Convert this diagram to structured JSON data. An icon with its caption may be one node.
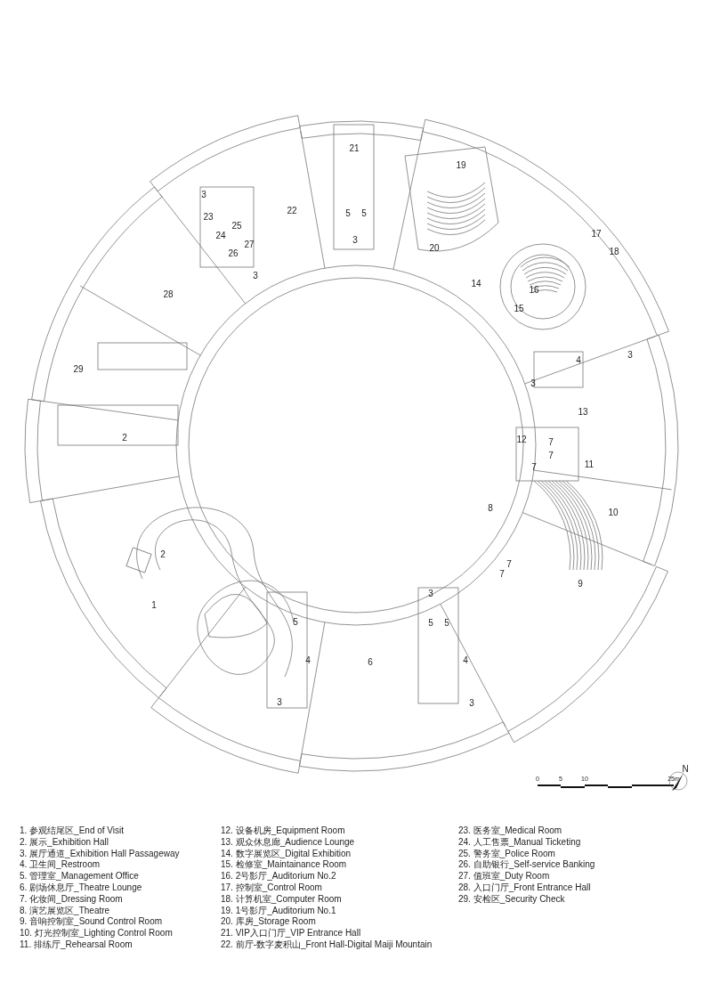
{
  "diagram": {
    "labels": [
      "21",
      "19",
      "3",
      "22",
      "23",
      "25",
      "5",
      "5",
      "24",
      "27",
      "26",
      "3",
      "20",
      "17",
      "18",
      "3",
      "14",
      "16",
      "28",
      "15",
      "4",
      "3",
      "29",
      "3",
      "13",
      "2",
      "12",
      "7",
      "7",
      "7",
      "11",
      "8",
      "10",
      "2",
      "7",
      "7",
      "9",
      "3",
      "1",
      "5",
      "5",
      "5",
      "4",
      "6",
      "4",
      "3",
      "3",
      "N",
      "0",
      "5",
      "10",
      "25m",
      "1. 参观结尾区_End of Visit",
      "2. 展示_Exhibition Hall",
      "3. 展厅通道_Exhibition Hall Passageway",
      "4. 卫生间_Restroom",
      "5. 管理室_Management Office",
      "6. 剧场休息厅_Theatre Lounge",
      "7. 化妆间_Dressing Room",
      "8. 演艺展览区_Theatre",
      "9. 音响控制室_Sound Control Room",
      "10. 灯光控制室_Lighting Control Room",
      "11. 排练厅_Rehearsal Room",
      "12. 设备机房_Equipment Room",
      "13. 观众休息廊_Audience Lounge",
      "14. 数字展览区_Digital Exhibition",
      "15. 检修室_Maintainance Room",
      "16. 2号影厅_Auditorium No.2",
      "17. 控制室_Control Room",
      "18. 计算机室_Computer Room",
      "19. 1号影厅_Auditorium No.1",
      "20. 库房_Storage Room",
      "21. VIP入口门厅_VIP Entrance Hall",
      "22. 前厅-数字麦积山_Front Hall-Digital Maiji Mountain",
      "23. 医务室_Medical Room",
      "24. 人工售票_Manual Ticketing",
      "25. 警务室_Police Room",
      "26. 自助银行_Self-service Banking",
      "27. 值班室_Duty Room",
      "28. 入口门厅_Front Entrance Hall",
      "29. 安检区_Security Check"
    ]
  }
}
